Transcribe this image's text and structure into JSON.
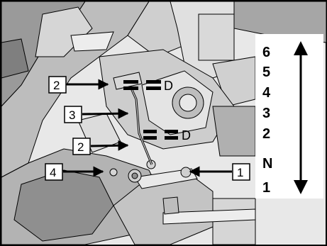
{
  "figure": {
    "callouts": [
      {
        "id": "c2a",
        "label": "2"
      },
      {
        "id": "c3",
        "label": "3"
      },
      {
        "id": "c2b",
        "label": "2"
      },
      {
        "id": "c4",
        "label": "4"
      },
      {
        "id": "c1",
        "label": "1"
      }
    ],
    "torque_marks": [
      {
        "id": "upper",
        "symbol": "D"
      },
      {
        "id": "lower",
        "symbol": "D"
      }
    ],
    "gear_sequence": [
      "6",
      "5",
      "4",
      "3",
      "2",
      "N",
      "1"
    ],
    "colors": {
      "line": "#000000",
      "shade_dark": "#8f8f8f",
      "shade_mid": "#bdbdbd",
      "shade_light": "#e2e2e2",
      "background": "#ffffff"
    }
  }
}
